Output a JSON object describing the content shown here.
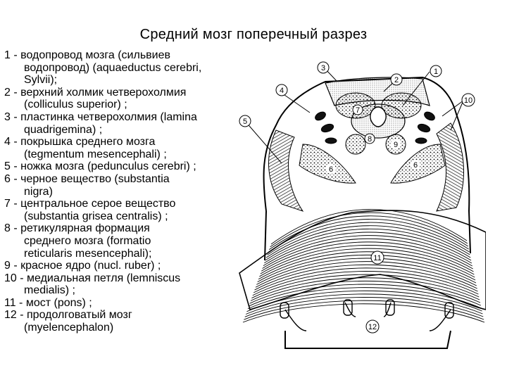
{
  "title": "Средний мозг поперечный разрез",
  "legend": [
    {
      "lines": [
        "1 - водопровод мозга (сильвиев",
        "водопровод) (aquaeductus cerebri,",
        "Sylvii);"
      ]
    },
    {
      "lines": [
        "2 - верхний холмик четверохолмия",
        "(colliculus superior) ;"
      ]
    },
    {
      "lines": [
        "3 - пластинка четверохолмия (lamina",
        "quadrigemina) ;"
      ]
    },
    {
      "lines": [
        "4 - покрышка среднего мозга",
        "(tegmentum mesencephali) ;"
      ]
    },
    {
      "lines": [
        "5 - ножка мозга (pedunculus cerebri) ;"
      ]
    },
    {
      "lines": [
        "6 - черное вещество (substantia",
        "nigra)"
      ]
    },
    {
      "lines": [
        "7 - центральное серое вещество",
        "(substantia grisea centralis) ;"
      ]
    },
    {
      "lines": [
        "8 - ретикулярная формация",
        "среднего мозга (formatio",
        "reticularis mesencephali);"
      ]
    },
    {
      "lines": [
        "9 - красное ядро (nucl. ruber) ;"
      ]
    },
    {
      "lines": [
        "10 - медиальная петля (lemniscus",
        "medialis) ;"
      ]
    },
    {
      "lines": [
        "11 - мост (pons) ;"
      ]
    },
    {
      "lines": [
        "12 - продолговатый мозг",
        "(myelencephalon)"
      ]
    }
  ],
  "figure_labels": {
    "l1": "1",
    "l2": "2",
    "l3": "3",
    "l4": "4",
    "l5": "5",
    "l6a": "6",
    "l6b": "6",
    "l7": "7",
    "l8": "8",
    "l9": "9",
    "l10": "10",
    "l11": "11",
    "l12": "12"
  }
}
